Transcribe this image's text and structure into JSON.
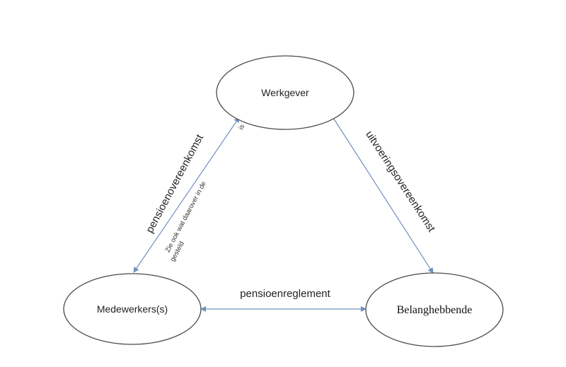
{
  "nodes": {
    "werkgever": "Werkgever",
    "medewerkers": "Medewerkers(s)",
    "belanghebbende": "Belanghebbende"
  },
  "edges": {
    "werkgever_medewerkers": "pensioenovereenkomst",
    "werkgever_belanghebbende": "uitvoeringsovereenkomst",
    "medewerkers_belanghebbende": "pensioenreglement"
  },
  "notes": {
    "line1": "Zie ook wat daarover in de",
    "line2": "gesteld",
    "line3": "is"
  },
  "colors": {
    "connector": "#6f90bf",
    "node_outline": "#4a4a4a"
  }
}
